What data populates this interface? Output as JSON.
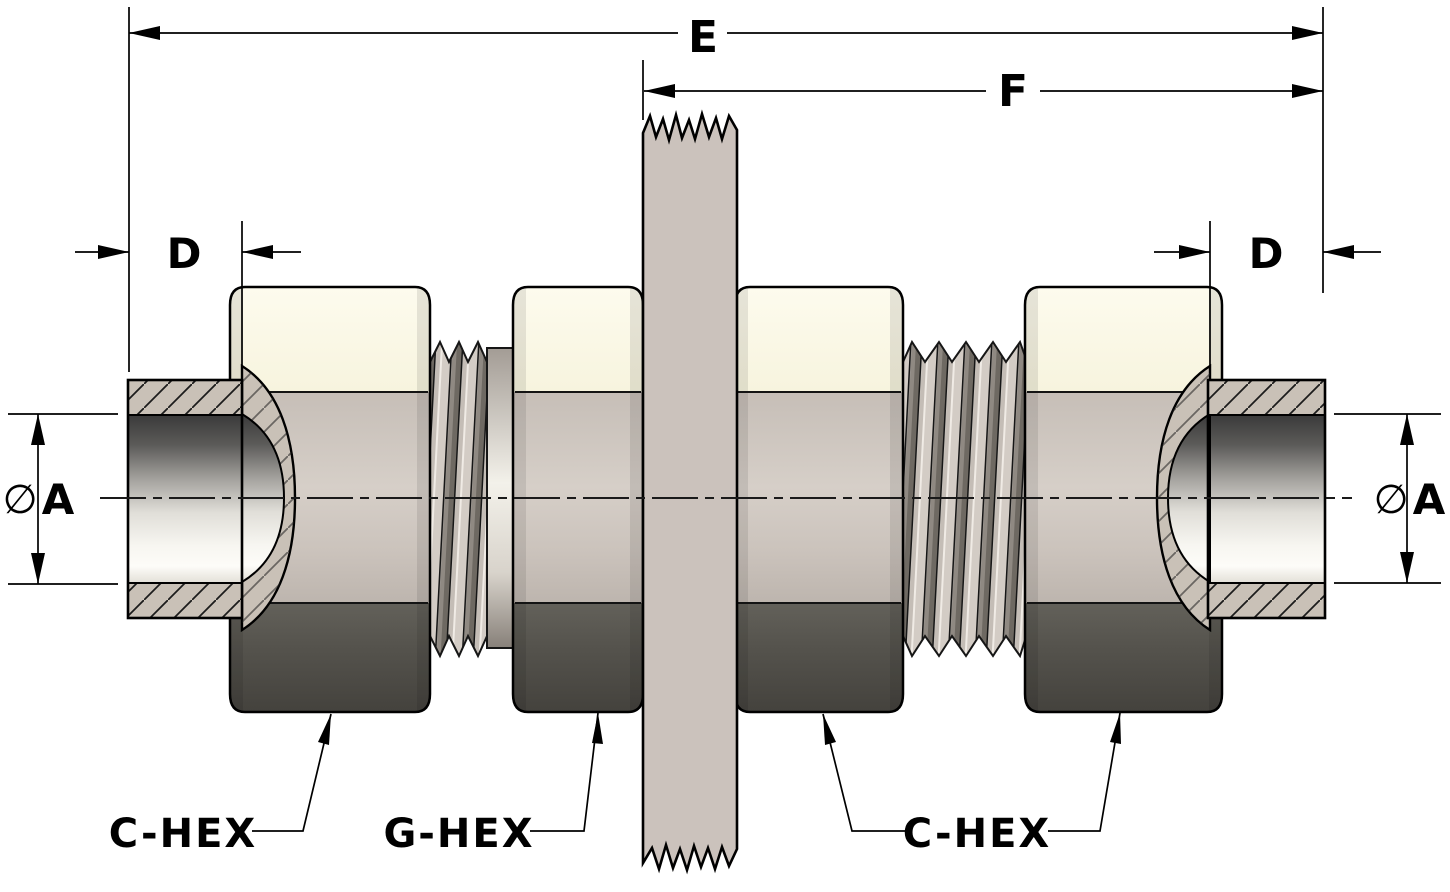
{
  "diagram": {
    "type": "engineering-drawing",
    "subject": "Bulkhead union tube fitting - sectioned side view with dimension callouts",
    "dimension_labels": {
      "e": "E",
      "f": "F",
      "d_left": "D",
      "d_right": "D",
      "dia_symbol_left": "∅",
      "a_left": "A",
      "dia_symbol_right": "∅",
      "a_right": "A"
    },
    "callout_labels": {
      "c_hex_left": "C-HEX",
      "g_hex": "G-HEX",
      "c_hex_right": "C-HEX"
    },
    "colors": {
      "background": "#FFFFFF",
      "outline": "#000000",
      "hex_top_face": "#FBF9E7",
      "hex_mid_face": "#CFC7C0",
      "hex_bottom_face": "#55534D",
      "panel": "#CBC2BC",
      "tube_wall": "#C9C1B7",
      "thread_dark": "#6E6962",
      "thread_light": "#D3CCC5"
    }
  }
}
